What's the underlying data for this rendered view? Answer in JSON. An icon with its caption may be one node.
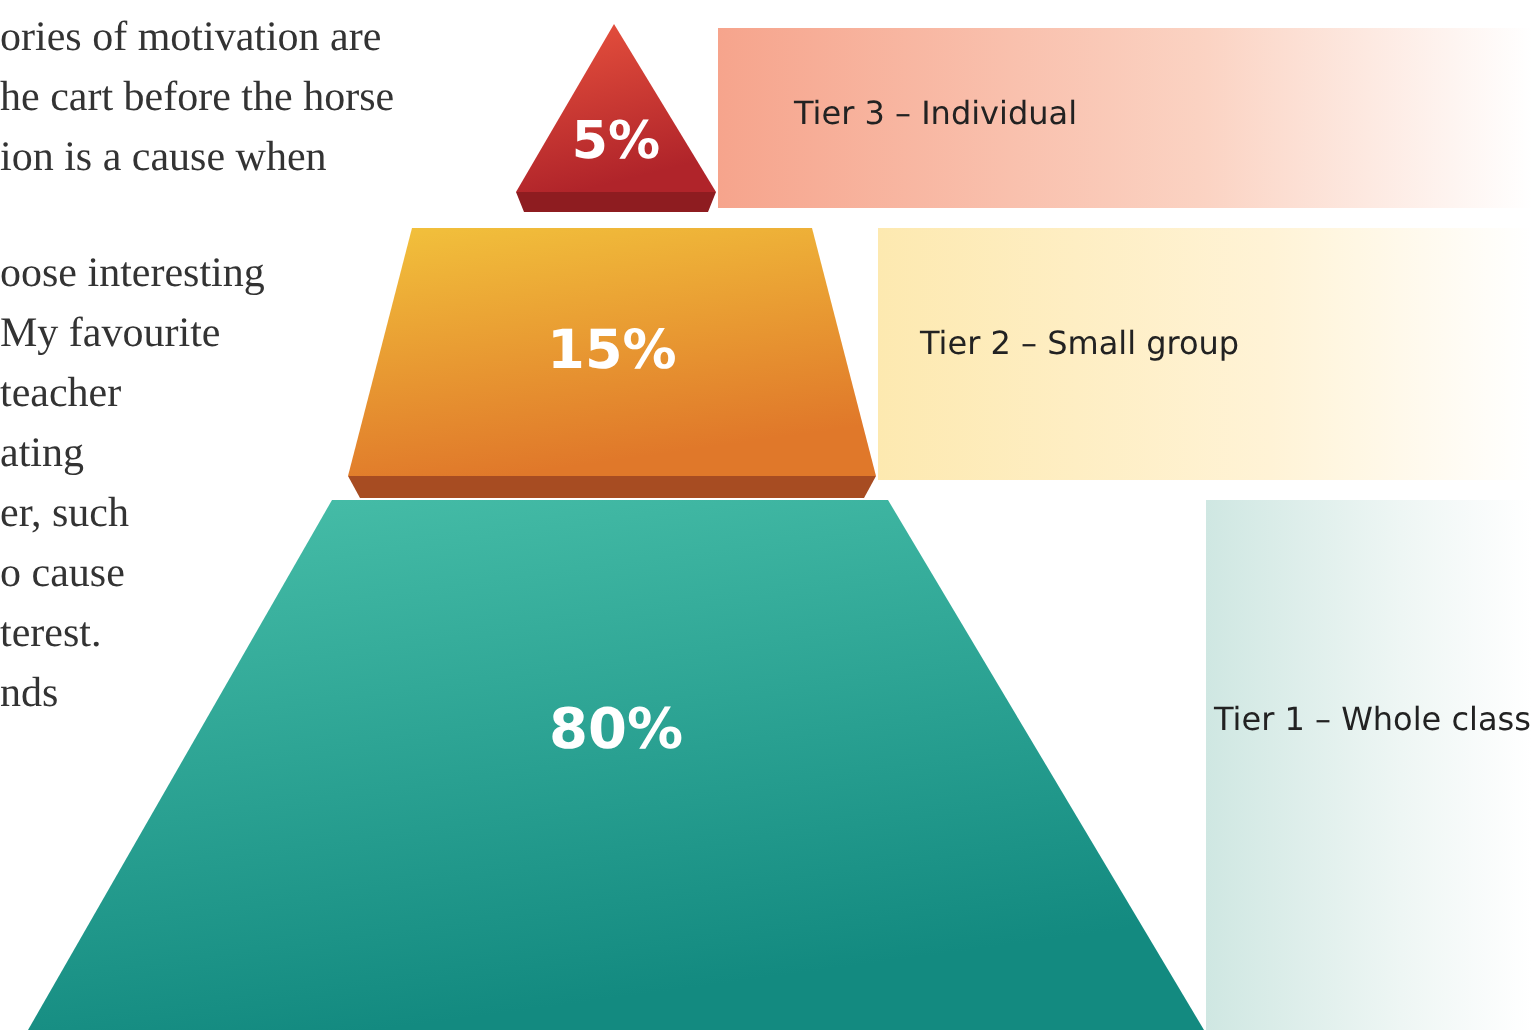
{
  "diagram": {
    "nodes": [
      {
        "text": [
          "5%"
        ]
      },
      {
        "text": [
          "Tier 3 – Individual"
        ]
      },
      {
        "text": [
          "15%"
        ]
      },
      {
        "text": [
          "Tier 2 – Small group"
        ]
      },
      {
        "text": [
          "80%"
        ]
      },
      {
        "text": [
          "Tier 1 – Whole class"
        ]
      }
    ],
    "labels": [
      "ories of motivation are",
      "he cart before the horse",
      "ion is a cause when",
      "oose interesting",
      "My favourite",
      "teacher",
      "ating",
      "er, such",
      "o cause",
      "terest.",
      "nds"
    ]
  }
}
